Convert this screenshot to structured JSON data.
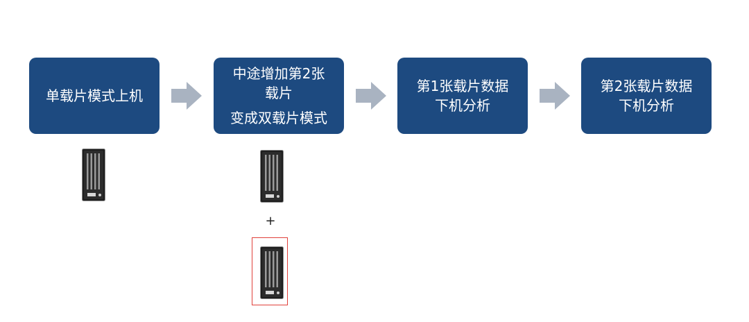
{
  "steps": [
    {
      "lines": [
        "单载片模式上机"
      ]
    },
    {
      "lines": [
        "中途增加第2张",
        "载片",
        "变成双载片模式"
      ]
    },
    {
      "lines": [
        "第1张载片数据",
        "下机分析"
      ]
    },
    {
      "lines": [
        "第2张载片数据",
        "下机分析"
      ]
    }
  ],
  "plus_sign": "+",
  "icons": {
    "arrow": "right-arrow-icon",
    "chip": "flow-cell-chip-icon"
  },
  "colors": {
    "step_fill": "#1d4a80",
    "step_text": "#ffffff",
    "arrow": "#a9b3c1",
    "highlight": "#e0403a"
  }
}
